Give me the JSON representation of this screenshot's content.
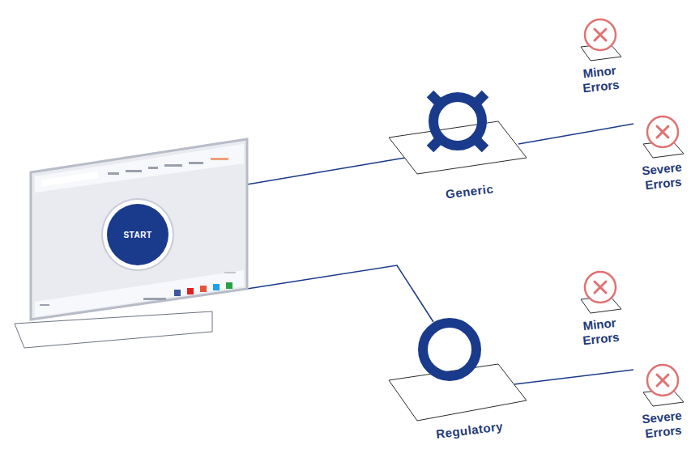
{
  "diagram": {
    "nodes": [
      {
        "text": [
          "START"
        ]
      },
      {
        "text": [
          "Generic"
        ]
      },
      {
        "text": [
          "Minor Errors"
        ]
      },
      {
        "text": [
          "Severe Errors"
        ]
      },
      {
        "text": [
          "Regulatory"
        ]
      },
      {
        "text": [
          "Minor Errors"
        ]
      },
      {
        "text": [
          "Severe Errors"
        ]
      }
    ],
    "edges": [
      {
        "from": 0,
        "to": 1,
        "arrow": "none"
      },
      {
        "from": 1,
        "to": 3,
        "arrow": "none"
      },
      {
        "from": 0,
        "to": 4,
        "arrow": "none"
      },
      {
        "from": 4,
        "to": 6,
        "arrow": "none"
      }
    ]
  }
}
